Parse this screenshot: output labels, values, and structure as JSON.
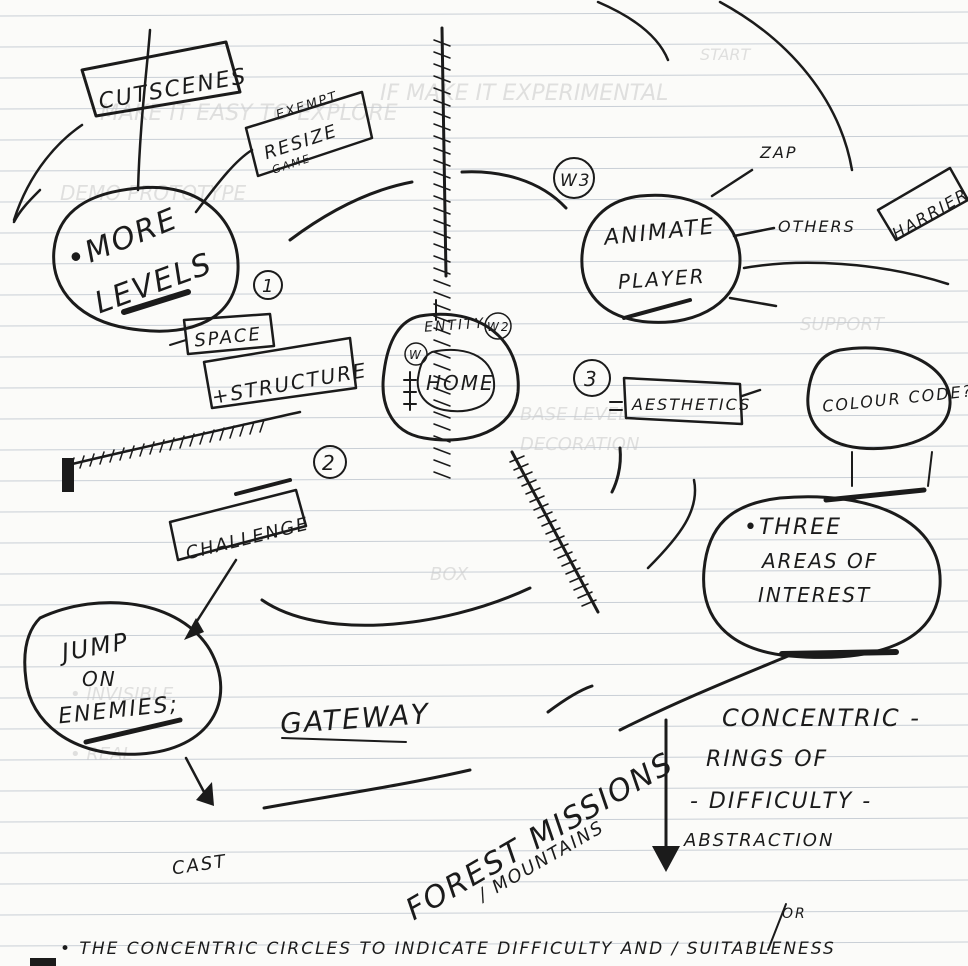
{
  "page": {
    "nodes": {
      "cutscenes": "CUTSCENES",
      "resize_game_1": "EXEMPT",
      "resize_game_2": "RESIZE",
      "resize_game_3": "GAME",
      "more_levels_1": "•MORE",
      "more_levels_2": "LEVELS",
      "num_1": "1",
      "space_structure_1": "SPACE",
      "space_structure_2": "+STRUCTURE",
      "num_2": "2",
      "challenge": "CHALLENGE",
      "jump_on_enemies_1": "JUMP",
      "jump_on_enemies_2": "ON",
      "jump_on_enemies_3": "ENEMIES;",
      "gateway": "GATEWAY",
      "cast": "CAST",
      "entity": "ENTITY",
      "w2": "W2",
      "w": "W",
      "home": "HOME",
      "w3": "W3",
      "animate_player_1": "ANIMATE",
      "animate_player_2": "PLAYER",
      "zap": "ZAP",
      "others": "OTHERS",
      "harrier": "HARRIER",
      "num_3": "3",
      "aesthetics": "AESTHETICS",
      "colour_code": "COLOUR CODE?",
      "three_areas_1": "•THREE",
      "three_areas_2": "AREAS OF",
      "three_areas_3": "INTEREST",
      "concentric_1": "CONCENTRIC -",
      "concentric_2": "RINGS OF",
      "concentric_3": "- DIFFICULTY -",
      "abstraction": "ABSTRACTION",
      "forest_missions": "FOREST MISSIONS",
      "mountains": "/ MOUNTAINS",
      "footer_or": "OR",
      "footer": "• THE CONCENTRIC CIRCLES TO INDICATE DIFFICULTY AND / SUITABLENESS"
    }
  },
  "colors": {
    "paper": "#fbfbf9",
    "rule": "#c9cfd6",
    "ink": "#1b1b1b"
  }
}
